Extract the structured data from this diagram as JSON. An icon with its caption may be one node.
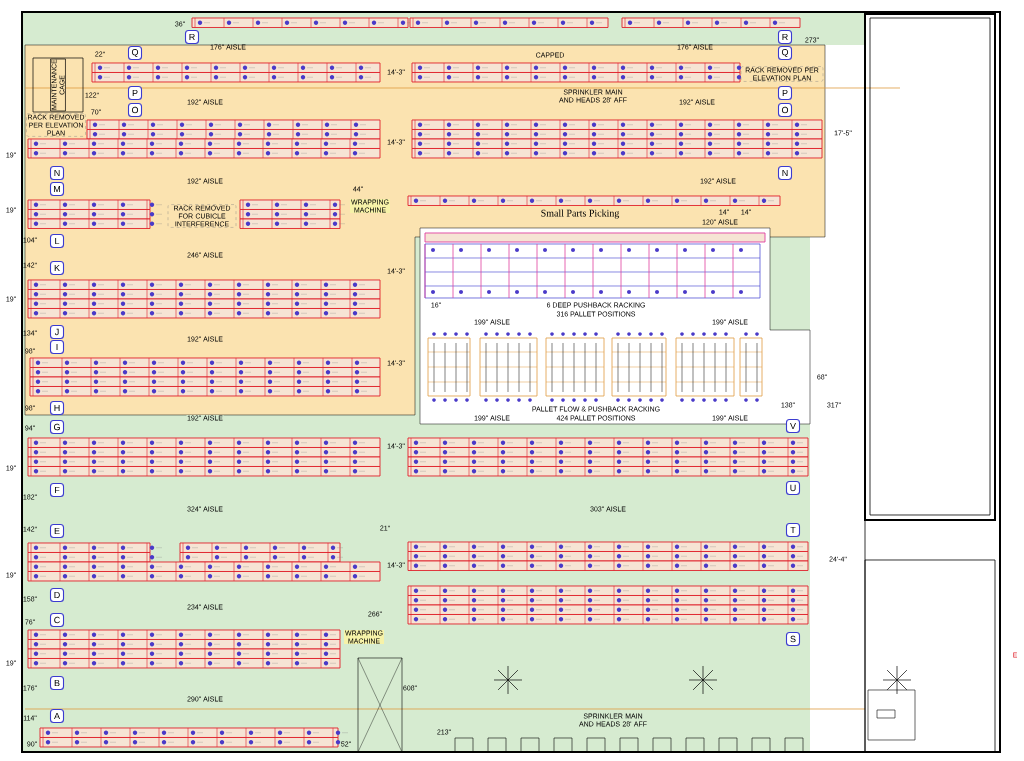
{
  "diagram": {
    "nodes": [
      {
        "text": [
          "R"
        ]
      },
      {
        "text": [
          "R"
        ]
      },
      {
        "text": [
          "Q"
        ]
      },
      {
        "text": [
          "Q"
        ]
      },
      {
        "text": [
          "MAINTENANCE CAGE"
        ]
      },
      {
        "text": [
          "RACK REMOVED PER ELEVATION PLAN"
        ]
      },
      {
        "text": [
          "P"
        ]
      },
      {
        "text": [
          "P"
        ]
      },
      {
        "text": [
          "O"
        ]
      },
      {
        "text": [
          "O"
        ]
      },
      {
        "text": [
          "RACK REMOVED PER ELEVATION PLAN"
        ]
      },
      {
        "text": [
          "N"
        ]
      },
      {
        "text": [
          "N"
        ]
      },
      {
        "text": [
          "M"
        ]
      },
      {
        "text": [
          "WRAPPING MACHINE"
        ]
      },
      {
        "text": [
          "RACK REMOVED FOR CUBICLE INTERFERENCE"
        ]
      },
      {
        "text": [
          "L"
        ]
      },
      {
        "text": [
          "K"
        ]
      },
      {
        "text": [
          "J"
        ]
      },
      {
        "text": [
          "I"
        ]
      },
      {
        "text": [
          "H"
        ]
      },
      {
        "text": [
          "G"
        ]
      },
      {
        "text": [
          "V"
        ]
      },
      {
        "text": [
          "U"
        ]
      },
      {
        "text": [
          "F"
        ]
      },
      {
        "text": [
          "T"
        ]
      },
      {
        "text": [
          "E"
        ]
      },
      {
        "text": [
          "D"
        ]
      },
      {
        "text": [
          "C"
        ]
      },
      {
        "text": [
          "S"
        ]
      },
      {
        "text": [
          "WRAPPING MACHINE"
        ]
      },
      {
        "text": [
          "B"
        ]
      },
      {
        "text": [
          "A"
        ]
      }
    ],
    "labels": [
      "36\"",
      "273\"",
      "176\" AISLE",
      "176\" AISLE",
      "22\"",
      "CAPPED",
      "14'-3\"",
      "122\"",
      "SPRINKLER MAIN AND HEADS 28' AFF",
      "192\" AISLE",
      "192\" AISLE",
      "70\"",
      "17'-5\"",
      "14'-3\"",
      "19\"",
      "192\" AISLE",
      "192\" AISLE",
      "44\"",
      "19\"",
      "Small Parts Picking",
      "14\"",
      "14\"",
      "120\" AISLE",
      "104\"",
      "246\" AISLE",
      "142\"",
      "14'-3\"",
      "19\"",
      "16\"",
      "6 DEEP PUSHBACK RACKING",
      "316 PALLET POSITIONS",
      "199\" AISLE",
      "199\" AISLE",
      "134\"",
      "192\" AISLE",
      "98\"",
      "14'-3\"",
      "68\"",
      "138\"",
      "317\"",
      "98\"",
      "PALLET FLOW & PUSHBACK RACKING",
      "192\" AISLE",
      "199\" AISLE",
      "424 PALLET POSITIONS",
      "199\" AISLE",
      "94\"",
      "14'-3\"",
      "19\"",
      "182\"",
      "324\" AISLE",
      "303\" AISLE",
      "142\"",
      "21\"",
      "14'-3\"",
      "24'-4\"",
      "19\"",
      "158\"",
      "234\" AISLE",
      "266\"",
      "76\"",
      "19\"",
      "176\"",
      "608\"",
      "290\" AISLE",
      "SPRINKLER MAIN AND HEADS 28' AFF",
      "114\"",
      "213\"",
      "90\"",
      "52\"",
      "E"
    ]
  }
}
